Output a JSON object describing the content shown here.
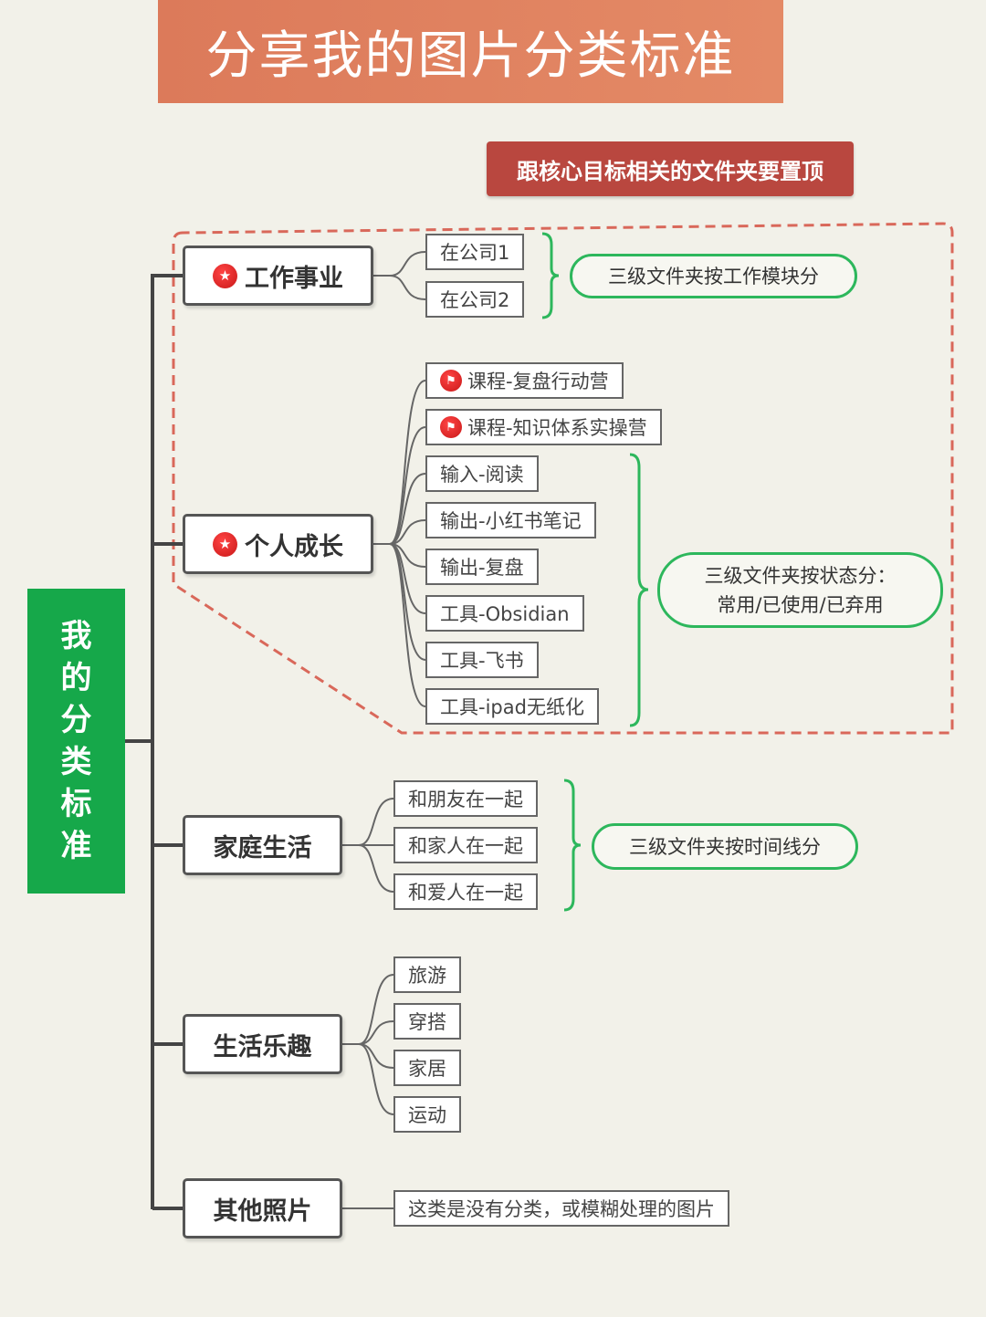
{
  "title": "分享我的图片分类标准",
  "pinned_note": "跟核心目标相关的文件夹要置顶",
  "root": {
    "label": [
      "我",
      "的",
      "分",
      "类",
      "标",
      "准"
    ]
  },
  "branches": [
    {
      "label": "工作事业",
      "icon": "star-icon",
      "children": [
        "在公司1",
        "在公司2"
      ],
      "note": [
        "三级文件夹按工作模块分"
      ]
    },
    {
      "label": "个人成长",
      "icon": "star-icon",
      "children": [
        "课程-复盘行动营",
        "课程-知识体系实操营",
        "输入-阅读",
        "输出-小红书笔记",
        "输出-复盘",
        "工具-Obsidian",
        "工具-飞书",
        "工具-ipad无纸化"
      ],
      "flagged": [
        0,
        1
      ],
      "note": [
        "三级文件夹按状态分：",
        "常用/已使用/已弃用"
      ]
    },
    {
      "label": "家庭生活",
      "children": [
        "和朋友在一起",
        "和家人在一起",
        "和爱人在一起"
      ],
      "note": [
        "三级文件夹按时间线分"
      ]
    },
    {
      "label": "生活乐趣",
      "children": [
        "旅游",
        "穿搭",
        "家居",
        "运动"
      ]
    },
    {
      "label": "其他照片",
      "children": [
        "这类是没有分类，或模糊处理的图片"
      ]
    }
  ],
  "colors": {
    "title_bg": "#e0825f",
    "pin_bg": "#b9473f",
    "root_bg": "#16a84a",
    "bracket": "#2db75c",
    "dashed": "#d9685a"
  }
}
